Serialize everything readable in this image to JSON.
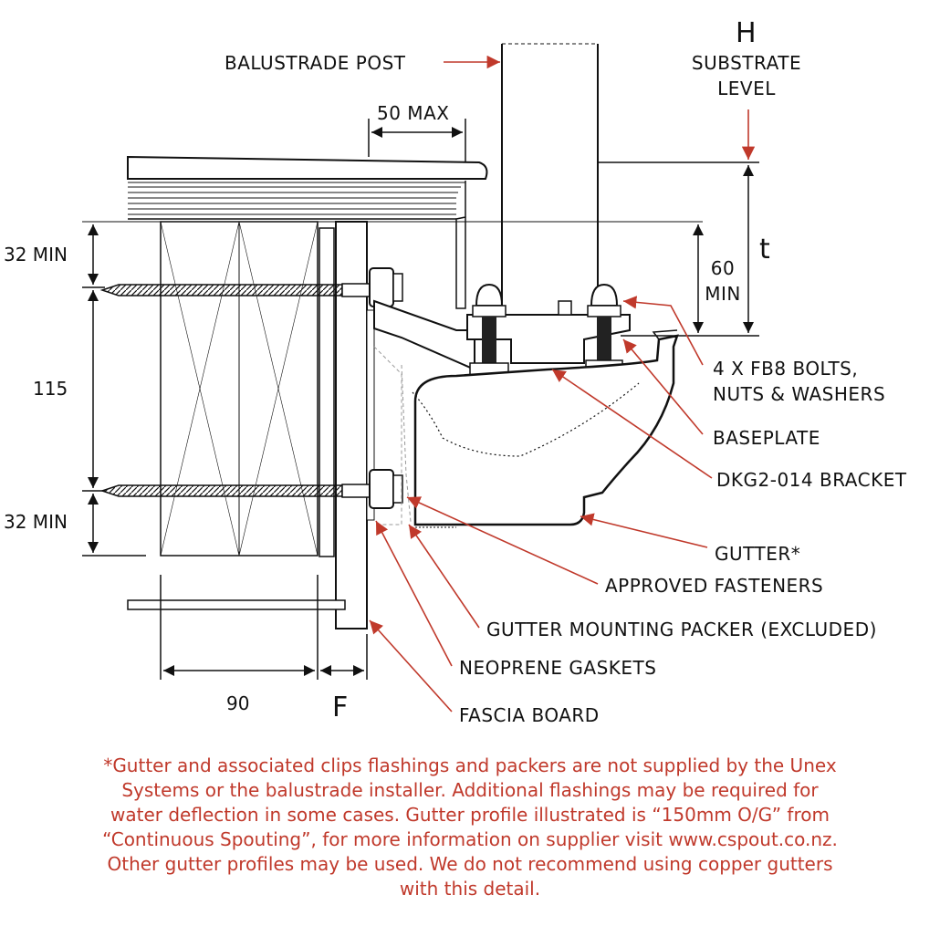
{
  "labels": {
    "h": "H",
    "substrate_level_1": "SUBSTRATE",
    "substrate_level_2": "LEVEL",
    "balustrade_post": "BALUSTRADE POST",
    "fifty_max": "50 MAX",
    "t": "t",
    "sixty": "60",
    "min": "MIN",
    "bolts_1": "4 X FB8 BOLTS,",
    "bolts_2": "NUTS & WASHERS",
    "baseplate": "BASEPLATE",
    "bracket": "DKG2-014 BRACKET",
    "gutter": "GUTTER*",
    "approved_fasteners": "APPROVED FASTENERS",
    "packer": "GUTTER MOUNTING PACKER (EXCLUDED)",
    "gaskets": "NEOPRENE GASKETS",
    "fascia": "FASCIA BOARD",
    "dim_32_top": "32 MIN",
    "dim_115": "115",
    "dim_32_bottom": "32 MIN",
    "dim_90": "90",
    "f": "F"
  },
  "note": {
    "line1": "*Gutter and associated clips flashings and packers are not supplied by the Unex",
    "line2": "Systems or the balustrade installer.  Additional flashings may be required for",
    "line3": "water deflection in some cases. Gutter profile illustrated is “150mm O/G” from",
    "line4": "“Continuous Spouting”, for more information on supplier visit www.cspout.co.nz.",
    "line5": "Other gutter profiles may be used.  We do not recommend using copper gutters",
    "line6": "with this detail."
  },
  "colors": {
    "leader": "#c0392b",
    "line": "#111111",
    "note": "#c0392b"
  }
}
